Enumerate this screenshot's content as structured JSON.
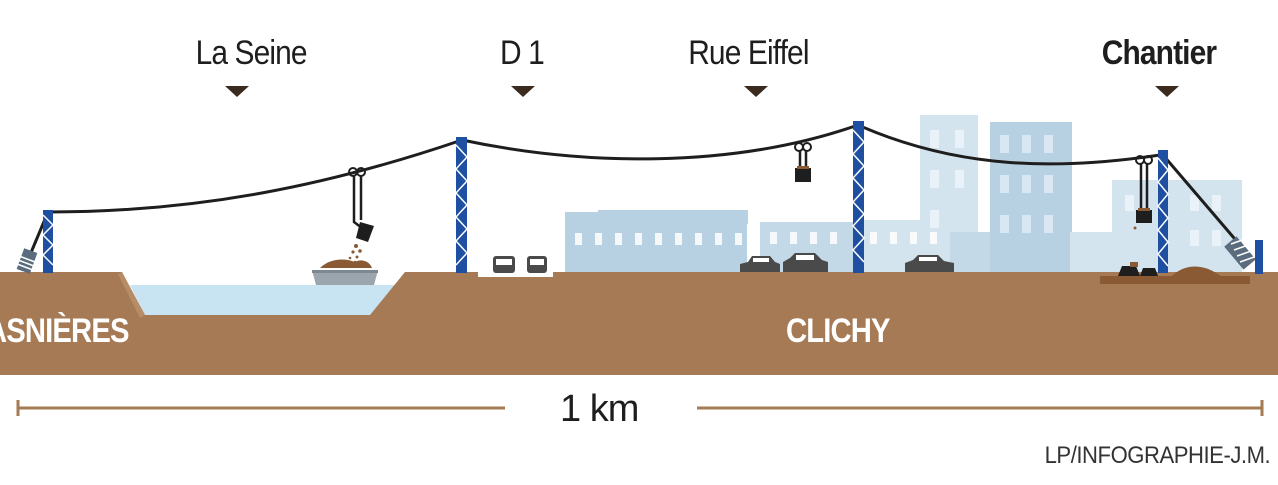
{
  "markers": [
    {
      "key": "seine",
      "label": "La Seine",
      "bold": false
    },
    {
      "key": "d1",
      "label": "D 1",
      "bold": false
    },
    {
      "key": "eiffel",
      "label": "Rue Eiffel",
      "bold": false
    },
    {
      "key": "chantier",
      "label": "Chantier",
      "bold": true
    }
  ],
  "places": {
    "left": "ASNIÈRES",
    "right": "CLICHY"
  },
  "scale": {
    "label": "1 km"
  },
  "credit": "LP/INFOGRAPHIE-J.M.",
  "colors": {
    "ground": "#a57a55",
    "water": "#c8e3f2",
    "pylon": "#1e4fa0",
    "cable": "#1e1e1e",
    "building_light": "#d3e4ef",
    "building_mid": "#b7d1e3",
    "dirt": "#8a5a34",
    "scale_line": "#a57a55"
  }
}
